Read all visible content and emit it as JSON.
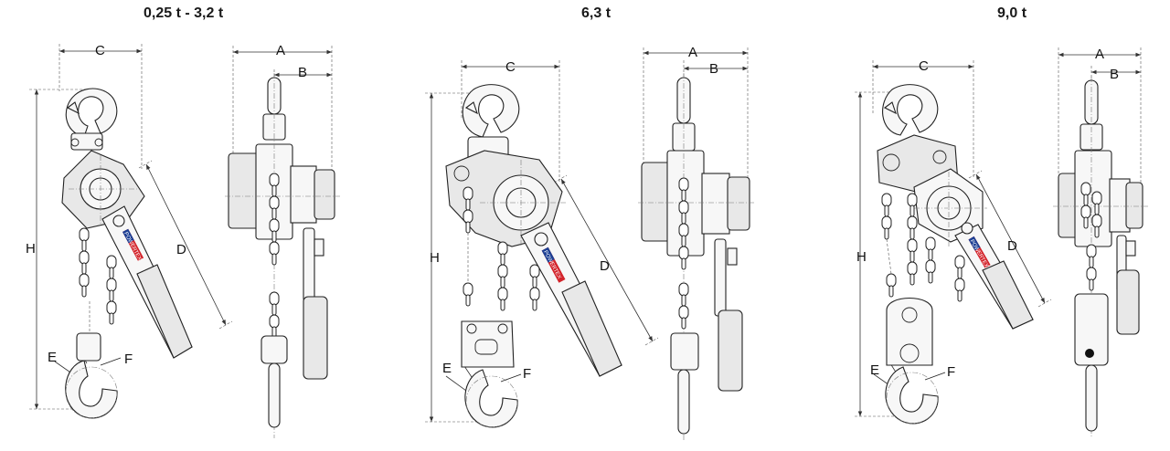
{
  "groups": [
    {
      "title": "0,25 t - 3,2 t",
      "labels": {
        "A": "A",
        "B": "B",
        "C": "C",
        "D": "D",
        "E": "E",
        "F": "F",
        "H": "H"
      },
      "brand": "POWERTEX"
    },
    {
      "title": "6,3 t",
      "labels": {
        "A": "A",
        "B": "B",
        "C": "C",
        "D": "D",
        "E": "E",
        "F": "F",
        "H": "H"
      },
      "brand": "POWERTEX"
    },
    {
      "title": "9,0 t",
      "labels": {
        "A": "A",
        "B": "B",
        "C": "C",
        "D": "D",
        "E": "E",
        "F": "F",
        "H": "H"
      },
      "brand": "POWERTEX"
    }
  ],
  "colors": {
    "line": "#222222",
    "brand_red": "#d3232a",
    "brand_blue": "#1c3f94"
  }
}
